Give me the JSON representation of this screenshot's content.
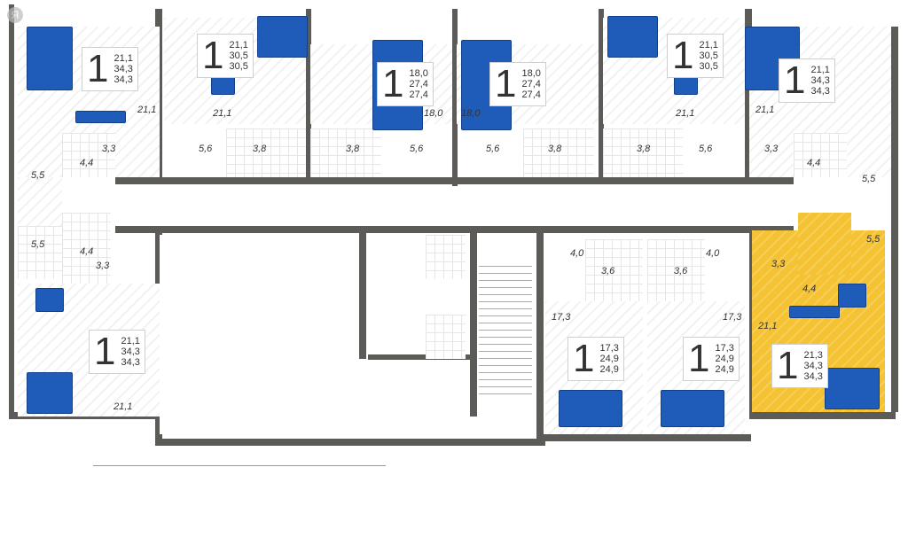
{
  "watermark": "Я",
  "colors": {
    "wall": "#5d5b58",
    "furniture": "#1f5bb8",
    "highlight": "#f4c232"
  },
  "apartments": [
    {
      "rooms": "1",
      "living": "21,1",
      "total": "34,3",
      "total2": "34,3",
      "areas": [
        "21,1",
        "3,3",
        "4,4",
        "5,5"
      ],
      "highlighted": false
    },
    {
      "rooms": "1",
      "living": "21,1",
      "total": "30,5",
      "total2": "30,5",
      "areas": [
        "21,1",
        "5,6",
        "3,8"
      ],
      "highlighted": false
    },
    {
      "rooms": "1",
      "living": "18,0",
      "total": "27,4",
      "total2": "27,4",
      "areas": [
        "18,0",
        "3,8",
        "5,6"
      ],
      "highlighted": false
    },
    {
      "rooms": "1",
      "living": "18,0",
      "total": "27,4",
      "total2": "27,4",
      "areas": [
        "18,0",
        "5,6",
        "3,8"
      ],
      "highlighted": false
    },
    {
      "rooms": "1",
      "living": "21,1",
      "total": "30,5",
      "total2": "30,5",
      "areas": [
        "21,1",
        "3,8",
        "5,6"
      ],
      "highlighted": false
    },
    {
      "rooms": "1",
      "living": "21,1",
      "total": "34,3",
      "total2": "34,3",
      "areas": [
        "21,1",
        "3,3",
        "4,4",
        "5,5"
      ],
      "highlighted": false
    },
    {
      "rooms": "1",
      "living": "21,1",
      "total": "34,3",
      "total2": "34,3",
      "areas": [
        "5,5",
        "4,4",
        "3,3",
        "21,1"
      ],
      "highlighted": false
    },
    {
      "rooms": "1",
      "living": "17,3",
      "total": "24,9",
      "total2": "24,9",
      "areas": [
        "4,0",
        "3,6",
        "17,3"
      ],
      "highlighted": false
    },
    {
      "rooms": "1",
      "living": "17,3",
      "total": "24,9",
      "total2": "24,9",
      "areas": [
        "3,6",
        "4,0",
        "17,3"
      ],
      "highlighted": false
    },
    {
      "rooms": "1",
      "living": "21,3",
      "total": "34,3",
      "total2": "34,3",
      "areas": [
        "3,3",
        "4,4",
        "5,5",
        "21,1"
      ],
      "highlighted": true
    }
  ]
}
